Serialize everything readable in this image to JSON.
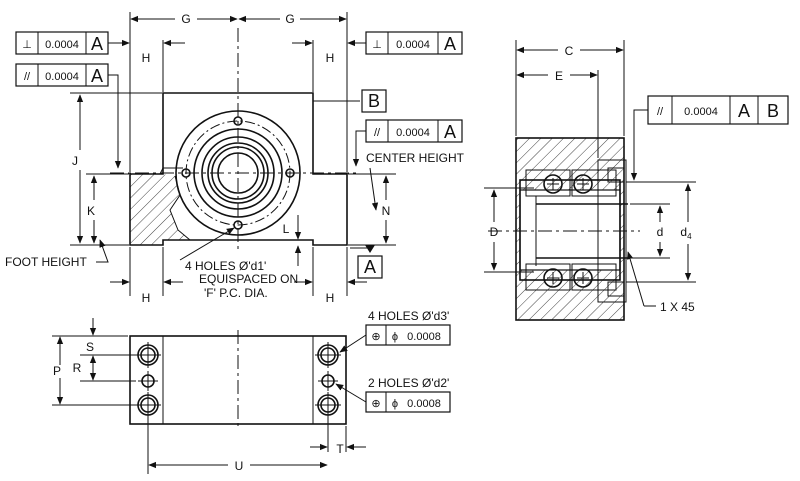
{
  "front_view": {
    "dims": {
      "G_left": "G",
      "G_right": "G",
      "H_top_left": "H",
      "H_top_right": "H",
      "J": "J",
      "K": "K",
      "N": "N",
      "L": "L",
      "H_bottom_left": "H",
      "H_bottom_right": "H"
    },
    "fcf_perp_left": {
      "symbol": "⊥",
      "tol": "0.0004",
      "datum": "A"
    },
    "fcf_par_left": {
      "symbol": "//",
      "tol": "0.0004",
      "datum": "A"
    },
    "fcf_perp_right": {
      "symbol": "⊥",
      "tol": "0.0004",
      "datum": "A"
    },
    "fcf_par_right": {
      "symbol": "//",
      "tol": "0.0004",
      "datum": "A"
    },
    "datum_B": "B",
    "datum_A": "A",
    "center_height": "CENTER HEIGHT",
    "foot_height": "FOOT HEIGHT",
    "holes_note_1": "4 HOLES Ø'd1'",
    "holes_note_2": "EQUISPACED ON",
    "holes_note_3": "'F' P.C. DIA."
  },
  "side_view": {
    "dims": {
      "C": "C",
      "E": "E",
      "D": "D",
      "d": "d",
      "d4": "d",
      "d4_sub": "4"
    },
    "chamfer": "1 X 45",
    "fcf": {
      "symbol": "//",
      "tol": "0.0004",
      "datum1": "A",
      "datum2": "B"
    }
  },
  "bottom_view": {
    "dims": {
      "S": "S",
      "R": "R",
      "P": "P",
      "T": "T",
      "U": "U"
    },
    "holes_d3": "4 HOLES Ø'd3'",
    "holes_d2": "2 HOLES Ø'd2'",
    "fcf_pos_1": {
      "symbol": "⊕",
      "dia": "ϕ",
      "tol": "0.0008"
    },
    "fcf_pos_2": {
      "symbol": "⊕",
      "dia": "ϕ",
      "tol": "0.0008"
    }
  }
}
